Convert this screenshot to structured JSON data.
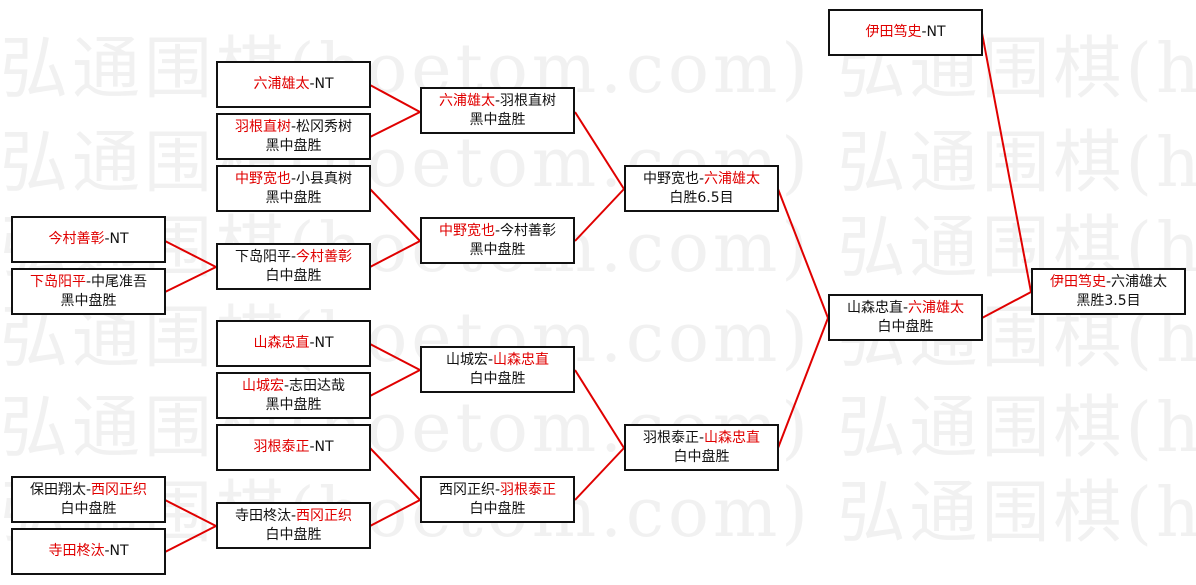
{
  "watermark": "弘通围棋(hoetom.com) 弘通围棋(hoetom.com)",
  "colors": {
    "winner": "#e00000",
    "line": "#e00000",
    "border": "#111111"
  },
  "matches": [
    {
      "id": "m1",
      "a": "六浦雄太",
      "sep": "-",
      "b": "NT",
      "winner": "a",
      "result": ""
    },
    {
      "id": "m2",
      "a": "羽根直树",
      "sep": "-",
      "b": "松冈秀树",
      "winner": "a",
      "result": "黑中盘胜"
    },
    {
      "id": "m3",
      "a": "中野宽也",
      "sep": "-",
      "b": "小县真树",
      "winner": "a",
      "result": "黑中盘胜"
    },
    {
      "id": "m4",
      "a": "今村善彰",
      "sep": "-",
      "b": "NT",
      "winner": "a",
      "result": ""
    },
    {
      "id": "m5",
      "a": "下岛阳平",
      "sep": "-",
      "b": "中尾准吾",
      "winner": "a",
      "result": "黑中盘胜"
    },
    {
      "id": "m6",
      "a": "山森忠直",
      "sep": "-",
      "b": "NT",
      "winner": "a",
      "result": ""
    },
    {
      "id": "m7",
      "a": "山城宏",
      "sep": "-",
      "b": "志田达哉",
      "winner": "a",
      "result": "黑中盘胜"
    },
    {
      "id": "m8",
      "a": "羽根泰正",
      "sep": "-",
      "b": "NT",
      "winner": "a",
      "result": ""
    },
    {
      "id": "m9",
      "a": "保田翔太",
      "sep": "-",
      "b": "西冈正织",
      "winner": "b",
      "result": "白中盘胜"
    },
    {
      "id": "m10",
      "a": "寺田柊汰",
      "sep": "-",
      "b": "NT",
      "winner": "a",
      "result": ""
    },
    {
      "id": "m11",
      "a": "六浦雄太",
      "sep": "-",
      "b": "羽根直树",
      "winner": "a",
      "result": "黑中盘胜"
    },
    {
      "id": "m12",
      "a": "中野宽也",
      "sep": "-",
      "b": "今村善彰",
      "winner": "a",
      "result": "黑中盘胜"
    },
    {
      "id": "m13",
      "a": "下岛阳平",
      "sep": "-",
      "b": "今村善彰",
      "winner": "b",
      "result": "白中盘胜"
    },
    {
      "id": "m14",
      "a": "山城宏",
      "sep": "-",
      "b": "山森忠直",
      "winner": "b",
      "result": "白中盘胜"
    },
    {
      "id": "m15",
      "a": "西冈正织",
      "sep": "-",
      "b": "羽根泰正",
      "winner": "b",
      "result": "白中盘胜"
    },
    {
      "id": "m16",
      "a": "寺田柊汰",
      "sep": "-",
      "b": "西冈正织",
      "winner": "b",
      "result": "白中盘胜"
    },
    {
      "id": "m17",
      "a": "中野宽也",
      "sep": "-",
      "b": "六浦雄太",
      "winner": "b",
      "result": "白胜6.5目"
    },
    {
      "id": "m18",
      "a": "羽根泰正",
      "sep": "-",
      "b": "山森忠直",
      "winner": "b",
      "result": "白中盘胜"
    },
    {
      "id": "m19",
      "a": "山森忠直",
      "sep": "-",
      "b": "六浦雄太",
      "winner": "b",
      "result": "白中盘胜"
    },
    {
      "id": "m20",
      "a": "伊田笃史",
      "sep": "-",
      "b": "NT",
      "winner": "a",
      "result": ""
    },
    {
      "id": "m21",
      "a": "伊田笃史",
      "sep": "-",
      "b": "六浦雄太",
      "winner": "a",
      "result": "黑胜3.5目"
    }
  ]
}
